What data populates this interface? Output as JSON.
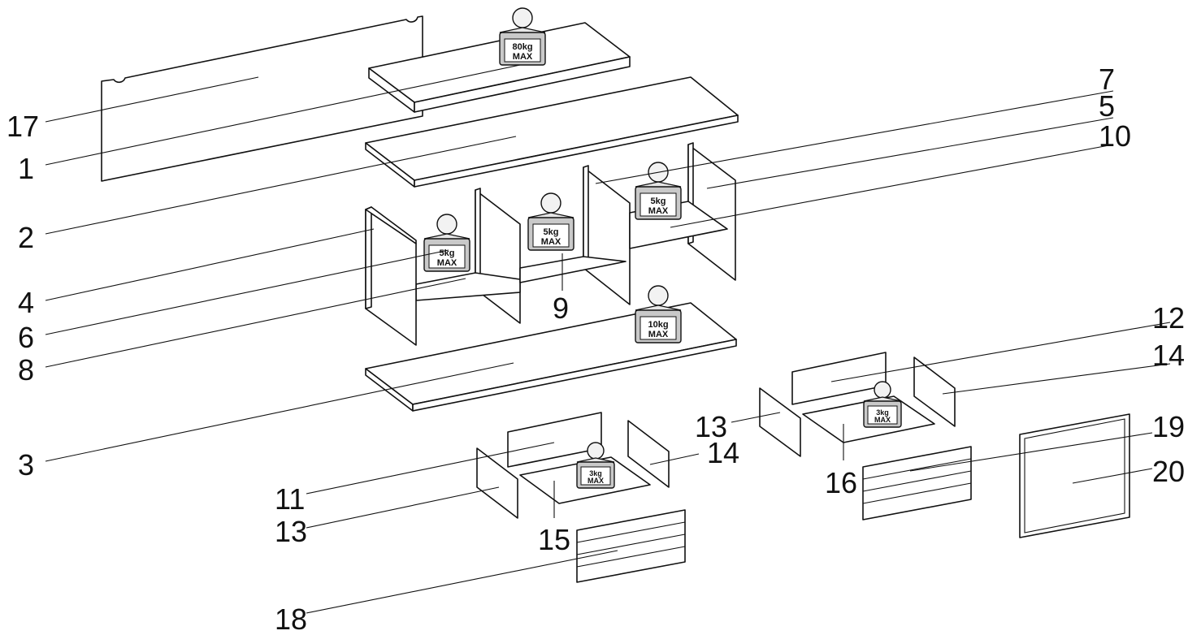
{
  "part_numbers": {
    "p17": "17",
    "p1": "1",
    "p2": "2",
    "p4": "4",
    "p6": "6",
    "p8": "8",
    "p3": "3",
    "p7": "7",
    "p5": "5",
    "p10": "10",
    "p9": "9",
    "p12": "12",
    "p14a": "14",
    "p13a": "13",
    "p19": "19",
    "p16": "16",
    "p20": "20",
    "p14b": "14",
    "p11": "11",
    "p13b": "13",
    "p15": "15",
    "p18": "18"
  },
  "load_limits": {
    "shelf_top": {
      "value": "80kg",
      "max": "MAX"
    },
    "compartment_left": {
      "value": "5kg",
      "max": "MAX"
    },
    "compartment_middle": {
      "value": "5kg",
      "max": "MAX"
    },
    "compartment_right": {
      "value": "5kg",
      "max": "MAX"
    },
    "bottom_board": {
      "value": "10kg",
      "max": "MAX"
    },
    "drawer_right": {
      "value": "3kg",
      "max": "MAX"
    },
    "drawer_left": {
      "value": "3kg",
      "max": "MAX"
    }
  },
  "colors": {
    "line": "#111111",
    "background": "#ffffff",
    "weight": "#c9c9c9"
  }
}
